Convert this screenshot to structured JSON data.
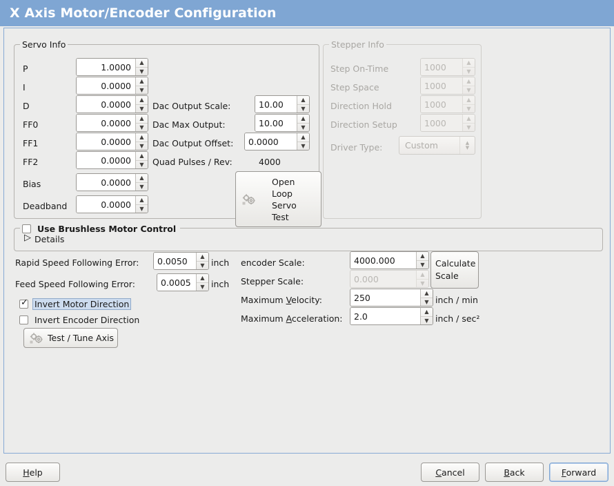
{
  "window": {
    "title": "X Axis Motor/Encoder Configuration",
    "title_bar_color": "#7fa6d3",
    "background_color": "#ececeb",
    "frame_border_color": "#86a9d4"
  },
  "servo_info": {
    "legend": "Servo Info",
    "fields": [
      {
        "label": "P",
        "value": "1.0000",
        "enabled": true
      },
      {
        "label": "I",
        "value": "0.0000",
        "enabled": true
      },
      {
        "label": "D",
        "value": "0.0000",
        "enabled": true
      },
      {
        "label": "FF0",
        "value": "0.0000",
        "enabled": true
      },
      {
        "label": "FF1",
        "value": "0.0000",
        "enabled": true
      },
      {
        "label": "FF2",
        "value": "0.0000",
        "enabled": true
      },
      {
        "label": "Bias",
        "value": "0.0000",
        "enabled": true
      },
      {
        "label": "Deadband",
        "value": "0.0000",
        "enabled": true
      }
    ],
    "dac": [
      {
        "label": "Dac Output Scale:",
        "value": "10.00"
      },
      {
        "label": "Dac Max Output:",
        "value": "10.00"
      },
      {
        "label": "Dac Output Offset:",
        "value": "0.0000"
      }
    ],
    "quad_pulses_label": "Quad Pulses / Rev:",
    "quad_pulses_value": "4000",
    "open_loop_button": {
      "line1": "Open",
      "line2": "Loop",
      "line3": "Servo",
      "line4": "Test",
      "icon": "gears-icon"
    }
  },
  "stepper_info": {
    "legend": "Stepper Info",
    "enabled": false,
    "fields": [
      {
        "label": "Step On-Time",
        "value": "1000"
      },
      {
        "label": "Step Space",
        "value": "1000"
      },
      {
        "label": "Direction Hold",
        "value": "1000"
      },
      {
        "label": "Direction Setup",
        "value": "1000"
      }
    ],
    "driver_type": {
      "label": "Driver Type:",
      "value": "Custom"
    }
  },
  "brushless": {
    "checkbox_label": "Use Brushless Motor Control",
    "checked": false,
    "details_label": "Details",
    "details_expanded": false
  },
  "tuning": {
    "rapid_following_error": {
      "label": "Rapid Speed Following Error:",
      "value": "0.0050",
      "unit": "inch"
    },
    "feed_following_error": {
      "label": "Feed Speed Following Error:",
      "value": "0.0005",
      "unit": "inch"
    },
    "invert_motor": {
      "label": "Invert Motor Direction",
      "checked": true,
      "focused": true
    },
    "invert_encoder": {
      "label": "Invert Encoder Direction",
      "checked": false,
      "focused": false
    },
    "test_tune_button": {
      "label": "Test / Tune Axis",
      "icon": "gears-icon"
    }
  },
  "scales": {
    "encoder_scale": {
      "label": "encoder Scale:",
      "value": "4000.000",
      "enabled": true
    },
    "stepper_scale": {
      "label": "Stepper Scale:",
      "value": "0.000",
      "enabled": false
    },
    "maximum_velocity": {
      "label_pre": "Maximum ",
      "label_mnemonic": "V",
      "label_post": "elocity:",
      "value": "250",
      "unit": "inch / min"
    },
    "maximum_acceleration": {
      "label_pre": "Maximum ",
      "label_mnemonic": "A",
      "label_post": "cceleration:",
      "value": "2.0",
      "unit": "inch / sec²"
    },
    "calculate_button": {
      "line1": "Calculate",
      "line2": "Scale"
    }
  },
  "footer": {
    "help": {
      "pre": "",
      "mnemonic": "H",
      "post": "elp"
    },
    "cancel": {
      "pre": "",
      "mnemonic": "C",
      "post": "ancel"
    },
    "back": {
      "pre": "",
      "mnemonic": "B",
      "post": "ack"
    },
    "forward": {
      "pre": "",
      "mnemonic": "F",
      "post": "orward",
      "default": true
    }
  }
}
